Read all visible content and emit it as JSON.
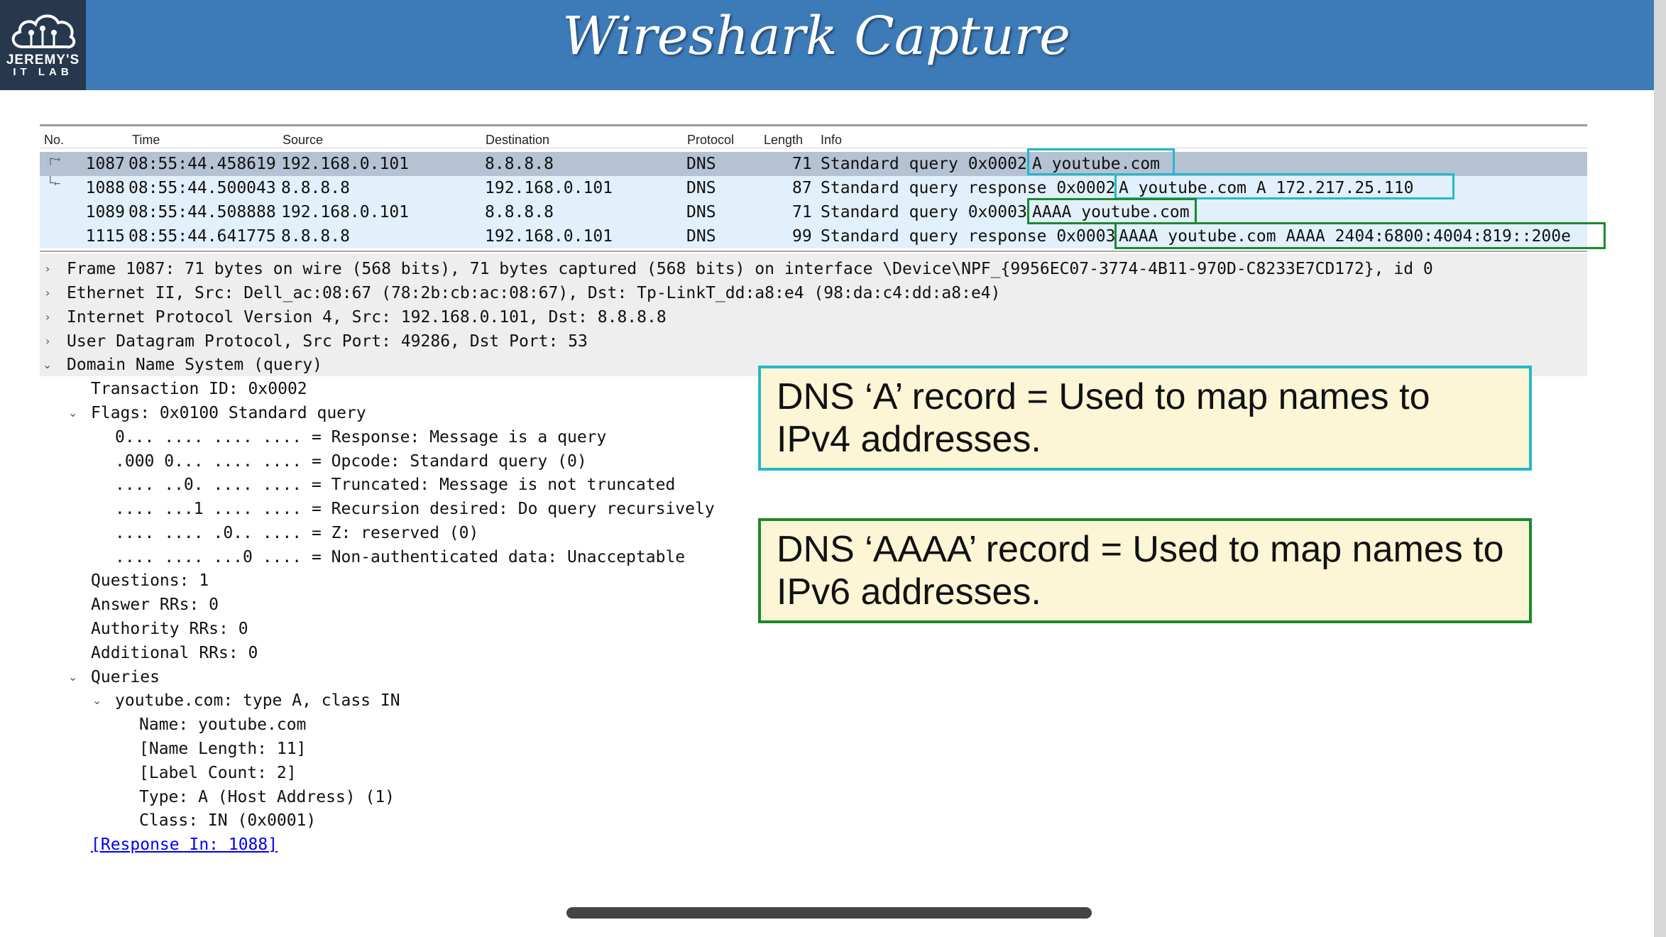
{
  "slide": {
    "title": "Wireshark Capture",
    "logo_line1": "JEREMY'S",
    "logo_line2": "IT LAB",
    "colors": {
      "header_bg": "#3d7ab8",
      "logo_bg": "#27384e",
      "cyan_box": "#24b8c9",
      "green_box": "#1a8a2e"
    }
  },
  "packet_list": {
    "columns": [
      "No.",
      "Time",
      "Source",
      "Destination",
      "Protocol",
      "Length",
      "Info"
    ],
    "rows": [
      {
        "no": "1087",
        "time": "08:55:44.458619",
        "source": "192.168.0.101",
        "destination": "8.8.8.8",
        "protocol": "DNS",
        "length": "71",
        "info_prefix": "Standard query 0x0002",
        "info_record": "A youtube.com",
        "selected": true
      },
      {
        "no": "1088",
        "time": "08:55:44.500043",
        "source": "8.8.8.8",
        "destination": "192.168.0.101",
        "protocol": "DNS",
        "length": "87",
        "info_prefix": "Standard query response 0x0002",
        "info_record": "A youtube.com A 172.217.25.110",
        "selected": false
      },
      {
        "no": "1089",
        "time": "08:55:44.508888",
        "source": "192.168.0.101",
        "destination": "8.8.8.8",
        "protocol": "DNS",
        "length": "71",
        "info_prefix": "Standard query 0x0003",
        "info_record": "AAAA youtube.com",
        "selected": false
      },
      {
        "no": "1115",
        "time": "08:55:44.641775",
        "source": "8.8.8.8",
        "destination": "192.168.0.101",
        "protocol": "DNS",
        "length": "99",
        "info_prefix": "Standard query response 0x0003",
        "info_record": "AAAA youtube.com AAAA 2404:6800:4004:819::200e",
        "selected": false
      }
    ]
  },
  "details": {
    "frame": "Frame 1087: 71 bytes on wire (568 bits), 71 bytes captured (568 bits) on interface \\Device\\NPF_{9956EC07-3774-4B11-970D-C8233E7CD172}, id 0",
    "ethernet": "Ethernet II, Src: Dell_ac:08:67 (78:2b:cb:ac:08:67), Dst: Tp-LinkT_dd:a8:e4 (98:da:c4:dd:a8:e4)",
    "ip": "Internet Protocol Version 4, Src: 192.168.0.101, Dst: 8.8.8.8",
    "udp": "User Datagram Protocol, Src Port: 49286, Dst Port: 53",
    "dns": "Domain Name System (query)",
    "transaction_id": "Transaction ID: 0x0002",
    "flags": "Flags: 0x0100 Standard query",
    "flag_response": "0... .... .... .... = Response: Message is a query",
    "flag_opcode": ".000 0... .... .... = Opcode: Standard query (0)",
    "flag_truncated": ".... ..0. .... .... = Truncated: Message is not truncated",
    "flag_recursion": ".... ...1 .... .... = Recursion desired: Do query recursively",
    "flag_z": ".... .... .0.. .... = Z: reserved (0)",
    "flag_auth": ".... .... ...0 .... = Non-authenticated data: Unacceptable",
    "questions": "Questions: 1",
    "answer_rrs": "Answer RRs: 0",
    "authority_rrs": "Authority RRs: 0",
    "additional_rrs": "Additional RRs: 0",
    "queries": "Queries",
    "query_item": "youtube.com: type A, class IN",
    "q_name": "Name: youtube.com",
    "q_name_length": "[Name Length: 11]",
    "q_label_count": "[Label Count: 2]",
    "q_type": "Type: A (Host Address) (1)",
    "q_class": "Class: IN (0x0001)",
    "response_in": "[Response In: 1088]"
  },
  "callouts": {
    "a_record": "DNS ‘A’ record = Used to map names to IPv4 addresses.",
    "aaaa_record": "DNS ‘AAAA’ record = Used to map names to IPv6 addresses."
  }
}
